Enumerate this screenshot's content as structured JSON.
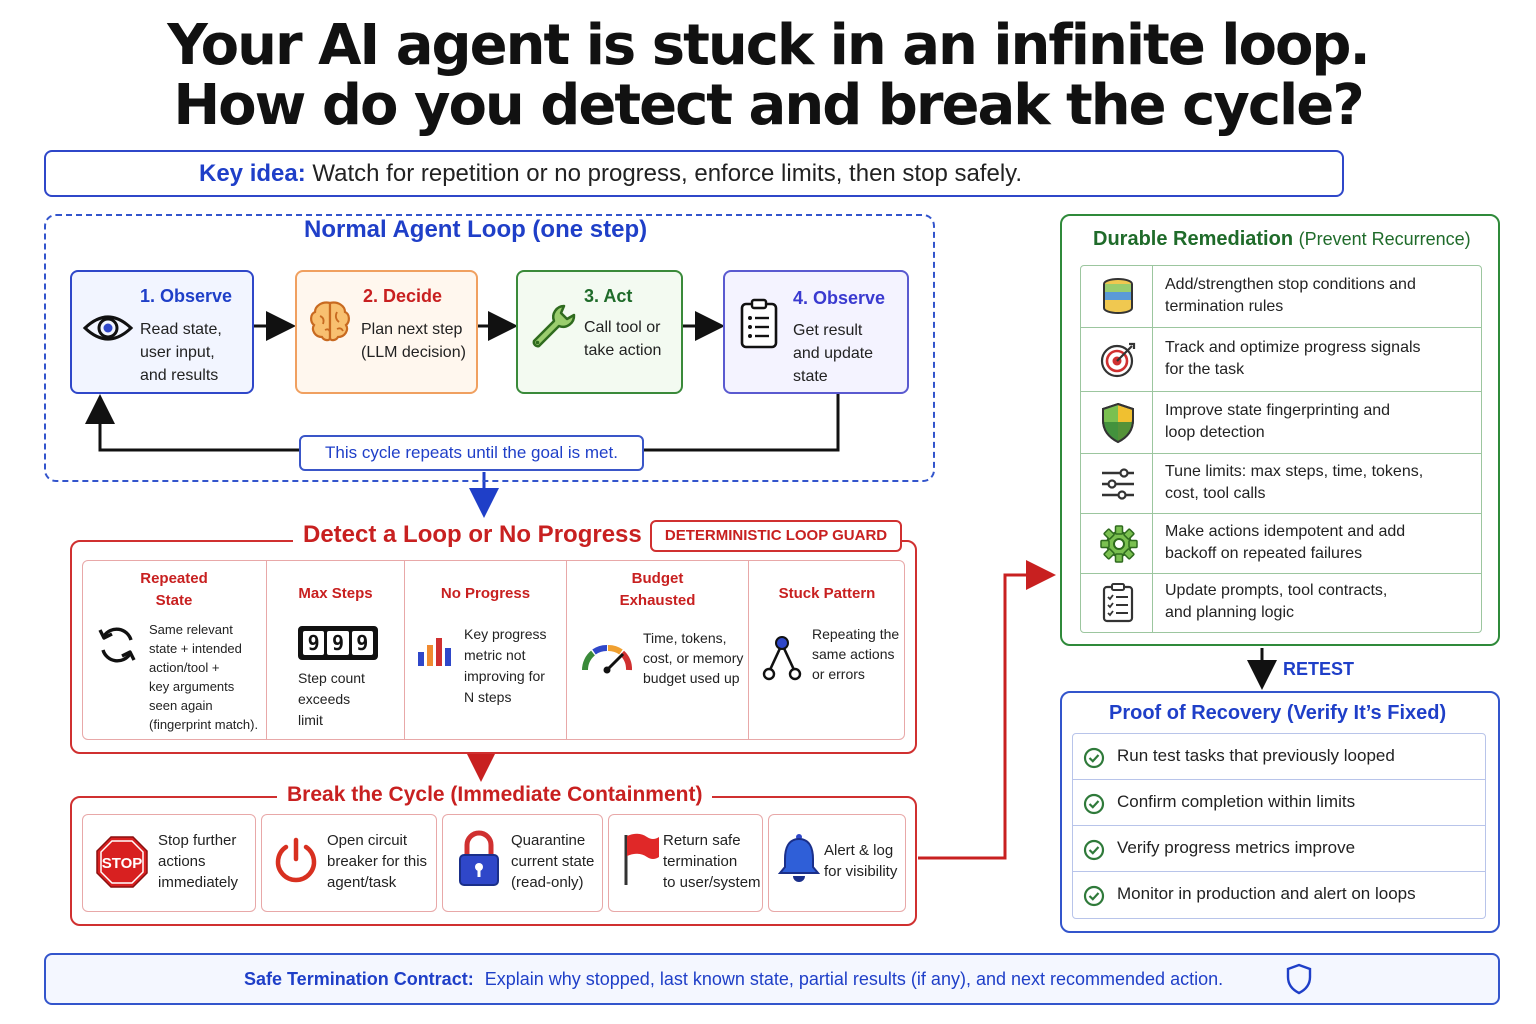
{
  "title": {
    "line1": "Your AI agent is stuck in an infinite loop.",
    "line2": "How do you detect and break the cycle?"
  },
  "key_idea": {
    "label": "Key idea:",
    "text": "Watch for repetition or no progress, enforce limits, then stop safely."
  },
  "normal_loop": {
    "title": "Normal Agent Loop (one step)",
    "steps": [
      {
        "title": "1. Observe",
        "text": [
          "Read state,",
          "user input,",
          "and results"
        ],
        "icon": "eye-icon",
        "color": "#2f47c9"
      },
      {
        "title": "2. Decide",
        "text": [
          "Plan next step",
          "(LLM decision)"
        ],
        "icon": "brain-icon",
        "color": "#f0a060"
      },
      {
        "title": "3. Act",
        "text": [
          "Call tool or",
          "take action"
        ],
        "icon": "wrench-icon",
        "color": "#3a8a3a"
      },
      {
        "title": "4. Observe",
        "text": [
          "Get result",
          "and update",
          "state"
        ],
        "icon": "clipboard-icon",
        "color": "#5a5ad0"
      }
    ],
    "cycle_note": "This cycle repeats until the goal is met."
  },
  "detect": {
    "title": "Detect a Loop or No Progress",
    "badge": "DETERMINISTIC LOOP GUARD",
    "columns": [
      {
        "title": [
          "Repeated",
          "State"
        ],
        "text": [
          "Same relevant",
          "state + intended",
          "action/tool +",
          "key arguments",
          "seen again",
          "(fingerprint match)."
        ],
        "icon": "refresh-icon"
      },
      {
        "title": [
          "Max Steps"
        ],
        "counter": "999",
        "text": [
          "Step count",
          "exceeds",
          "limit"
        ],
        "icon": "counter-icon"
      },
      {
        "title": [
          "No Progress"
        ],
        "text": [
          "Key progress",
          "metric not",
          "improving for",
          "N steps"
        ],
        "icon": "bar-chart-icon"
      },
      {
        "title": [
          "Budget",
          "Exhausted"
        ],
        "text": [
          "Time, tokens,",
          "cost, or memory",
          "budget used up"
        ],
        "icon": "gauge-icon"
      },
      {
        "title": [
          "Stuck Pattern"
        ],
        "text": [
          "Repeating the",
          "same actions",
          "or errors"
        ],
        "icon": "branch-icon"
      }
    ]
  },
  "break_cycle": {
    "title": "Break the Cycle (Immediate Containment)",
    "stop_sign_text": "STOP",
    "items": [
      {
        "text": [
          "Stop further",
          "actions",
          "immediately"
        ],
        "icon": "stop-sign-icon"
      },
      {
        "text": [
          "Open circuit",
          "breaker for this",
          "agent/task"
        ],
        "icon": "power-icon"
      },
      {
        "text": [
          "Quarantine",
          "current state",
          "(read-only)"
        ],
        "icon": "lock-icon"
      },
      {
        "text": [
          "Return safe",
          "termination",
          "to user/system"
        ],
        "icon": "flag-icon"
      },
      {
        "text": [
          "Alert & log",
          "for visibility"
        ],
        "icon": "bell-icon"
      }
    ]
  },
  "remediation": {
    "title": "Durable Remediation",
    "subtitle": "(Prevent Recurrence)",
    "items": [
      {
        "text": [
          "Add/strengthen stop conditions and",
          "termination rules"
        ],
        "icon": "database-icon"
      },
      {
        "text": [
          "Track and optimize progress signals",
          "for the task"
        ],
        "icon": "target-icon"
      },
      {
        "text": [
          "Improve state fingerprinting and",
          "loop detection"
        ],
        "icon": "shield-icon"
      },
      {
        "text": [
          "Tune limits: max steps, time, tokens,",
          "cost, tool calls"
        ],
        "icon": "sliders-icon"
      },
      {
        "text": [
          "Make actions idempotent and add",
          "backoff on repeated failures"
        ],
        "icon": "gear-icon"
      },
      {
        "text": [
          "Update prompts, tool contracts,",
          "and planning logic"
        ],
        "icon": "checklist-icon"
      }
    ]
  },
  "retest_label": "RETEST",
  "proof": {
    "title": "Proof of Recovery (Verify It’s Fixed)",
    "items": [
      "Run test tasks that previously looped",
      "Confirm completion within limits",
      "Verify progress metrics improve",
      "Monitor in production and alert on loops"
    ]
  },
  "contract": {
    "label": "Safe Termination Contract:",
    "text": "Explain why stopped, last known state, partial results (if any), and next recommended action."
  }
}
